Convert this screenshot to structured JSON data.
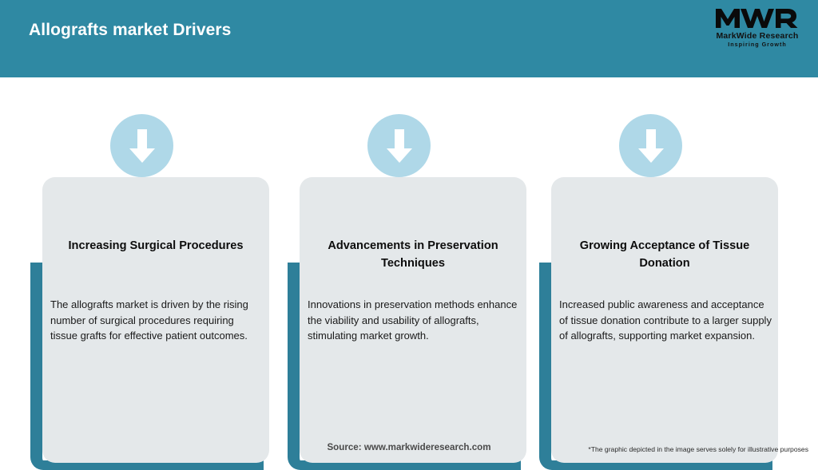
{
  "header": {
    "title": "Allografts market Drivers",
    "background_color": "#2F89A3",
    "title_color": "#FFFFFF"
  },
  "logo": {
    "monogram": "MWR",
    "name": "MarkWide Research",
    "tagline": "Inspiring Growth",
    "icon": "mwr-logo-icon"
  },
  "theme": {
    "accent_teal": "#2E7F99",
    "card_background": "#E4E8EA",
    "icon_circle": "#AFD8E8",
    "arrow_color": "#FFFFFF",
    "page_background": "#FFFFFF"
  },
  "cards": [
    {
      "icon": "arrow-down-icon",
      "title": "Increasing Surgical Procedures",
      "body": "The allografts market is driven by the rising number of surgical procedures requiring tissue grafts for effective patient outcomes."
    },
    {
      "icon": "arrow-down-icon",
      "title": "Advancements in Preservation Techniques",
      "body": "Innovations in preservation methods enhance the viability and usability of allografts, stimulating market growth."
    },
    {
      "icon": "arrow-down-icon",
      "title": "Growing Acceptance of Tissue Donation",
      "body": "Increased public awareness and acceptance of tissue donation contribute to a larger supply of allografts, supporting market expansion."
    }
  ],
  "footer": {
    "source": "Source: www.markwideresearch.com",
    "disclaimer": "*The graphic depicted in the image serves solely for illustrative purposes"
  }
}
